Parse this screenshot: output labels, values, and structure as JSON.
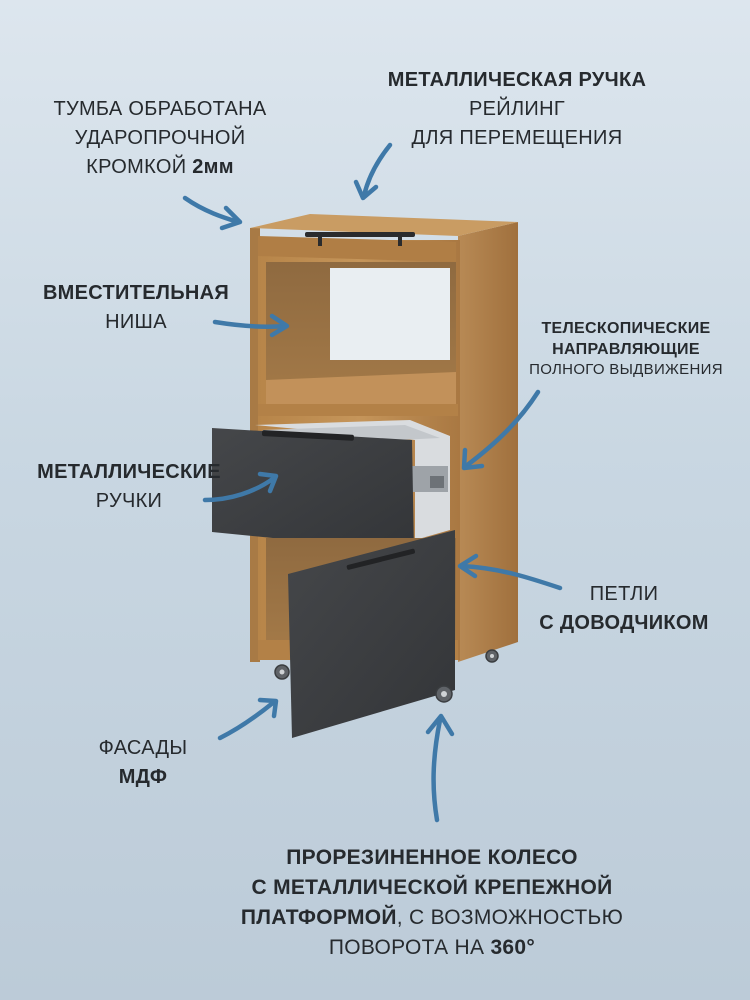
{
  "callouts": {
    "edge": {
      "line1": "ТУМБА ОБРАБОТАНА",
      "line2": "УДАРОПРОЧНОЙ",
      "line3_pre": "КРОМКОЙ ",
      "line3_bold": "2мм"
    },
    "rail": {
      "line1": "МЕТАЛЛИЧЕСКАЯ РУЧКА",
      "line2": "РЕЙЛИНГ",
      "line3": "ДЛЯ ПЕРЕМЕЩЕНИЯ"
    },
    "niche": {
      "line1": "ВМЕСТИТЕЛЬНАЯ",
      "line2": "НИША"
    },
    "slides": {
      "line1": "ТЕЛЕСКОПИЧЕСКИЕ",
      "line2": "НАПРАВЛЯЮЩИЕ",
      "line3": "ПОЛНОГО ВЫДВИЖЕНИЯ"
    },
    "handles": {
      "line1": "МЕТАЛЛИЧЕСКИЕ",
      "line2": "РУЧКИ"
    },
    "hinges": {
      "line1": "ПЕТЛИ",
      "line2": "С ДОВОДЧИКОМ"
    },
    "fronts": {
      "line1": "ФАСАДЫ",
      "line2": "МДФ"
    },
    "wheel": {
      "line1": "ПРОРЕЗИНЕННОЕ КОЛЕСО",
      "line2": "С МЕТАЛЛИЧЕСКОЙ КРЕПЕЖНОЙ",
      "line3_bold": "ПЛАТФОРМОЙ",
      "line3_rest": ", С ВОЗМОЖНОСТЬЮ",
      "line4_pre": "ПОВОРОТА НА ",
      "line4_bold": "360°"
    }
  },
  "colors": {
    "background_top": "#dde6ee",
    "wood": "#b98a52",
    "wood_dark": "#8e6435",
    "facade": "#3d3f42",
    "arrow": "#3f79a8",
    "text": "#262a2e"
  }
}
